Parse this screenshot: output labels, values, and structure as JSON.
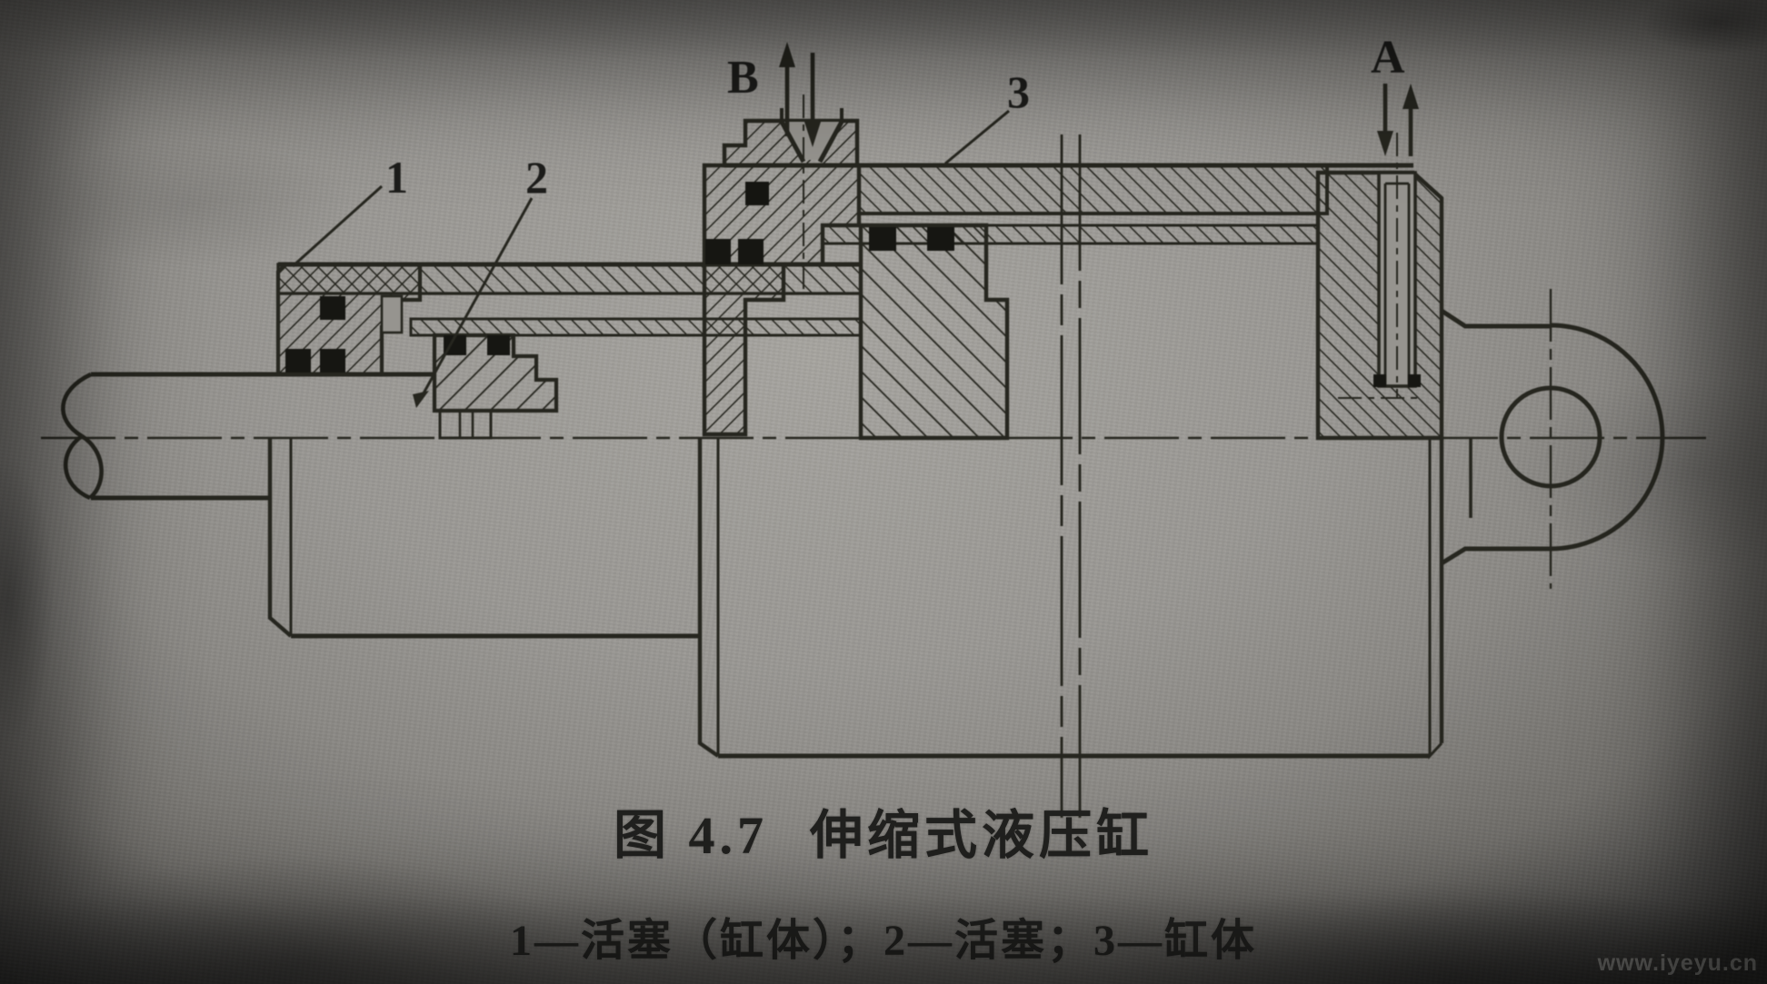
{
  "figure": {
    "caption_label": "图 4.7",
    "caption_title": "伸缩式液压缸",
    "legend": "1—活塞（缸体）；2—活塞；3—缸体",
    "legend_parts": [
      {
        "number": "1",
        "name": "活塞（缸体）"
      },
      {
        "number": "2",
        "name": "活塞"
      },
      {
        "number": "3",
        "name": "缸体"
      }
    ]
  },
  "diagram": {
    "type": "engineering-section-drawing",
    "subject": "telescopic hydraulic cylinder (伸缩式液压缸)",
    "callouts": {
      "part_1": "1",
      "part_2": "2",
      "part_3": "3",
      "port_b": "B",
      "port_a": "A"
    }
  },
  "watermark": "www.iyeyu.cn",
  "colors": {
    "paper_light": "#a7a5a0",
    "paper_mid": "#8e8c88",
    "vignette_dark": "#30302e",
    "ink": "#26261f",
    "seal_black": "#161612",
    "cutout_fill": "#96948f",
    "watermark_color": "rgba(235,235,228,0.38)"
  }
}
